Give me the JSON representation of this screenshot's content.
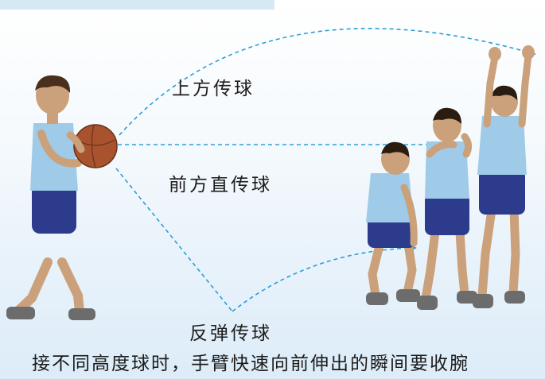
{
  "labels": {
    "overhead_pass": "上方传球",
    "chest_pass": "前方直传球",
    "bounce_pass": "反弹传球"
  },
  "caption": "接不同高度球时，手臂快速向前伸出的瞬间要收腕",
  "colors": {
    "arrow": "#2a9fd6",
    "shirt": "#9fcbe8",
    "shorts": "#2c3b8c",
    "skin": "#caa17a",
    "ball": "#a8532e"
  }
}
